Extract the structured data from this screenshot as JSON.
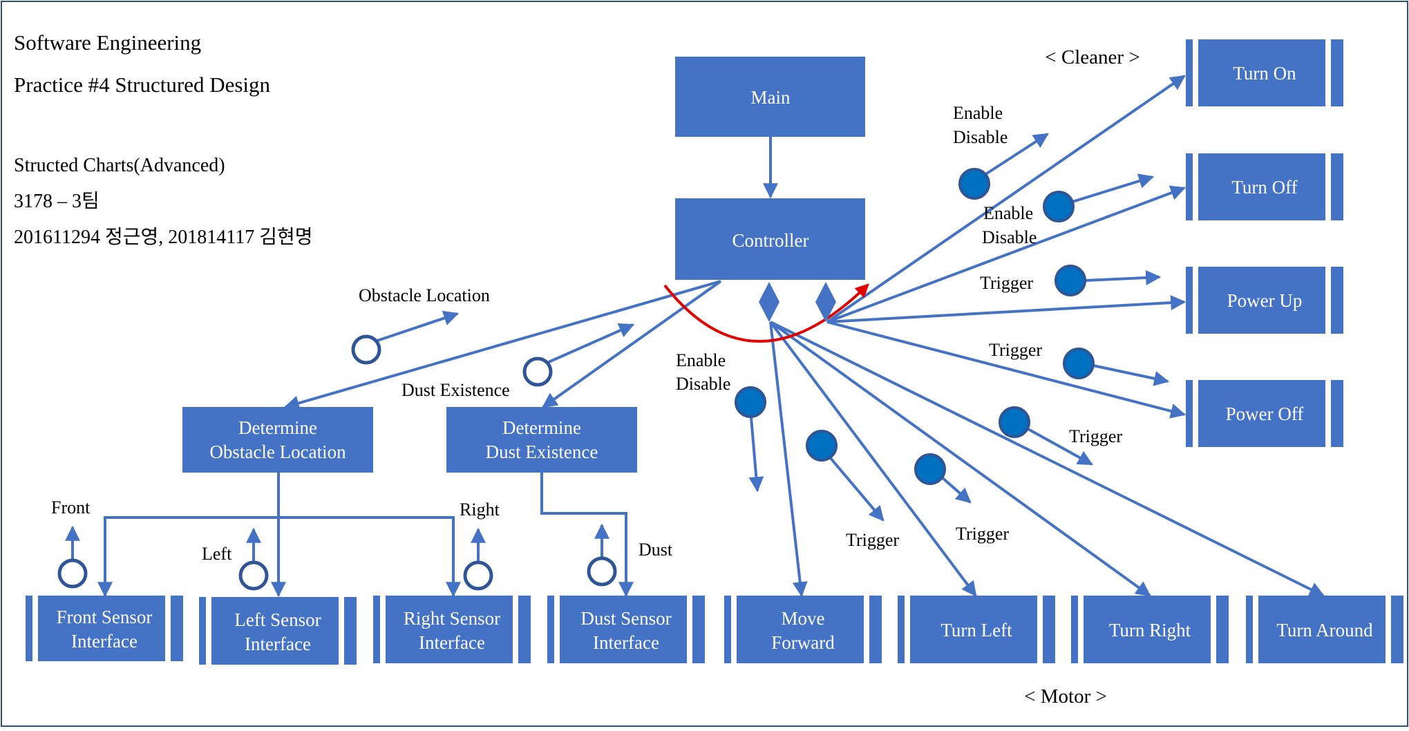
{
  "header": {
    "title_line1": "Software Engineering",
    "title_line2": "Practice #4 Structured Design",
    "subtitle": "Structed Charts(Advanced)",
    "course": "3178 – 3팀",
    "students": "201611294 정근영, 201814117 김현명"
  },
  "group_labels": {
    "cleaner": "< Cleaner >",
    "motor": "< Motor >"
  },
  "modules": {
    "main": "Main",
    "controller": "Controller",
    "determine_obstacle": [
      "Determine",
      "Obstacle Location"
    ],
    "determine_dust": [
      "Determine",
      "Dust Existence"
    ],
    "front_sensor": [
      "Front Sensor",
      "Interface"
    ],
    "left_sensor": [
      "Left Sensor",
      "Interface"
    ],
    "right_sensor": [
      "Right Sensor",
      "Interface"
    ],
    "dust_sensor": [
      "Dust Sensor",
      "Interface"
    ],
    "move_forward": [
      "Move",
      "Forward"
    ],
    "turn_left": "Turn Left",
    "turn_right": "Turn Right",
    "turn_around": "Turn Around",
    "turn_on": "Turn On",
    "turn_off": "Turn Off",
    "power_up": "Power Up",
    "power_off": "Power Off"
  },
  "couples": {
    "obstacle_location": "Obstacle Location",
    "dust_existence": "Dust Existence",
    "front": "Front",
    "left": "Left",
    "right": "Right",
    "dust": "Dust",
    "enable": "Enable",
    "disable": "Disable",
    "trigger": "Trigger"
  },
  "colors": {
    "module_fill": "#4472c4",
    "line": "#4472c4",
    "flag_fill": "#0070c0",
    "flag_stroke": "#2f5597",
    "loop_arc": "#e00000",
    "frame": "#2f4f7f"
  }
}
